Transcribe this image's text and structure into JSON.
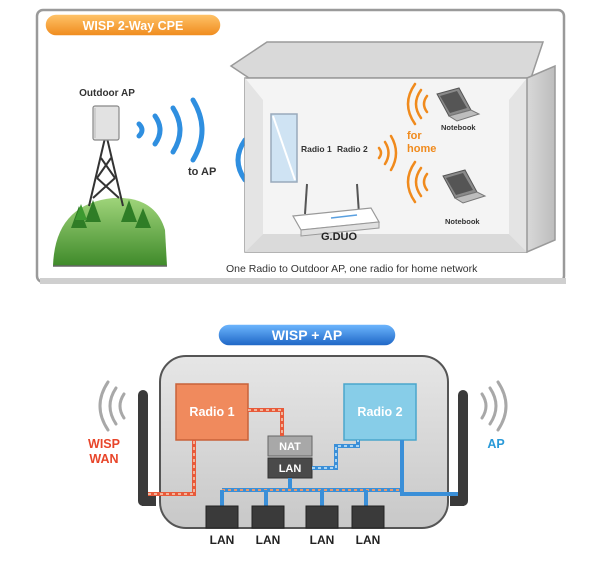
{
  "top_panel": {
    "badge": "WISP 2-Way CPE",
    "outdoor_ap": "Outdoor AP",
    "to_ap": "to AP",
    "radio1": "Radio 1",
    "radio2": "Radio 2",
    "for_home": [
      "for",
      "home"
    ],
    "notebook1": "Notebook",
    "notebook2": "Notebook",
    "device": "G.DUO",
    "caption": "One Radio to Outdoor AP, one radio for home network"
  },
  "bottom_panel": {
    "badge": "WISP + AP",
    "radio1": "Radio 1",
    "radio2": "Radio 2",
    "nat": "NAT",
    "lan_center": "LAN",
    "wisp_wan": [
      "WISP",
      "WAN"
    ],
    "ap": "AP",
    "lan_ports": [
      "LAN",
      "LAN",
      "LAN",
      "LAN"
    ]
  },
  "colors": {
    "badge_orange": "#f39a2c",
    "badge_blue": "#2a7fd8",
    "radio1_fill": "#f08a5d",
    "radio2_fill": "#87cde8",
    "wave_blue": "#2f8fe0",
    "wave_orange": "#f08a1c",
    "wisp_red": "#e8452a",
    "ap_blue": "#2a9ad8"
  }
}
